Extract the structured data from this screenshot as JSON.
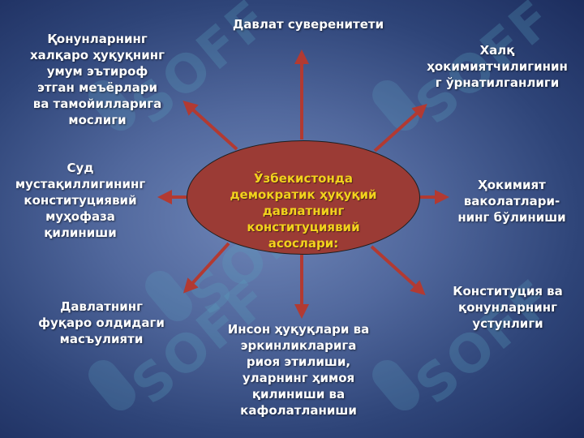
{
  "watermark": "SOFF",
  "colors": {
    "arrow": "#b23a32",
    "ellipse_fill": "#9b3b35",
    "center_text": "#f2d21d",
    "label_text": "#ffffff",
    "background": "#2e4478"
  },
  "center": {
    "text": "Ўзбекистонда\nдемократик ҳуқуқий\nдавлатнинг\nконституциявий\nасослари:"
  },
  "nodes": {
    "top": "Давлат суверенитети",
    "top_left": "Қонунларнинг\nхалқаро ҳуқуқнинг\nумум эътироф\nэтган меъёрлари\nва тамойилларига\nмослиги",
    "top_right": "Халқ\nҳокимиятчилигинин\nг ўрнатилганлиги",
    "left": "Суд\nмустақиллигининг\nконституциявий\nмуҳофаза\nқилиниши",
    "right": "Ҳокимият\nваколатлари-\nнинг бўлиниши",
    "bottom_left": "Давлатнинг\nфуқаро олдидаги\nмасъулияти",
    "bottom": "Инсон ҳуқуқлари ва\nэркинликларига\nриоя этилиши,\nуларнинг ҳимоя\nқилиниши ва\nкафолатланиши",
    "bottom_right": "Конституция ва\nқонунларнинг\nустунлиги"
  }
}
